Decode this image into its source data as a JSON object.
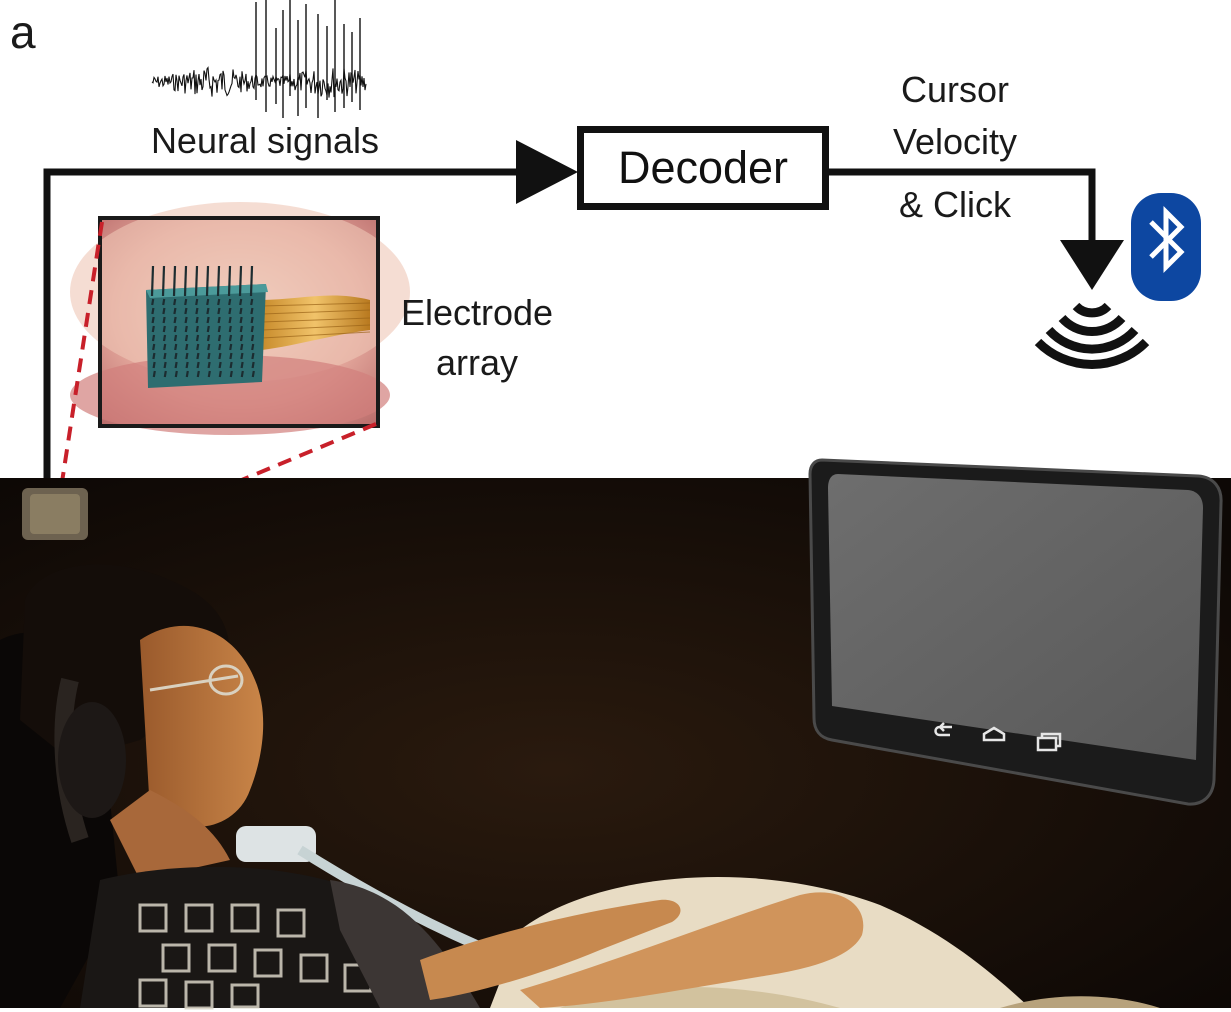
{
  "figure": {
    "panel_letter": "a",
    "neural_signals_label": "Neural signals",
    "decoder_label": "Decoder",
    "output_label_line1": "Cursor",
    "output_label_line2": "Velocity",
    "output_label_line3": "& Click",
    "electrode_label_line1": "Electrode",
    "electrode_label_line2": "array",
    "tablet_nav_icons": [
      "back-icon",
      "home-icon",
      "recent-apps-icon"
    ],
    "icons": [
      "bluetooth-icon",
      "wireless-signal-icon"
    ],
    "colors": {
      "line": "#111111",
      "zoom_dash": "#c8202a",
      "bluetooth": "#0d47a1",
      "photo_background": "#120b06",
      "tablet_screen": "#666666"
    }
  }
}
